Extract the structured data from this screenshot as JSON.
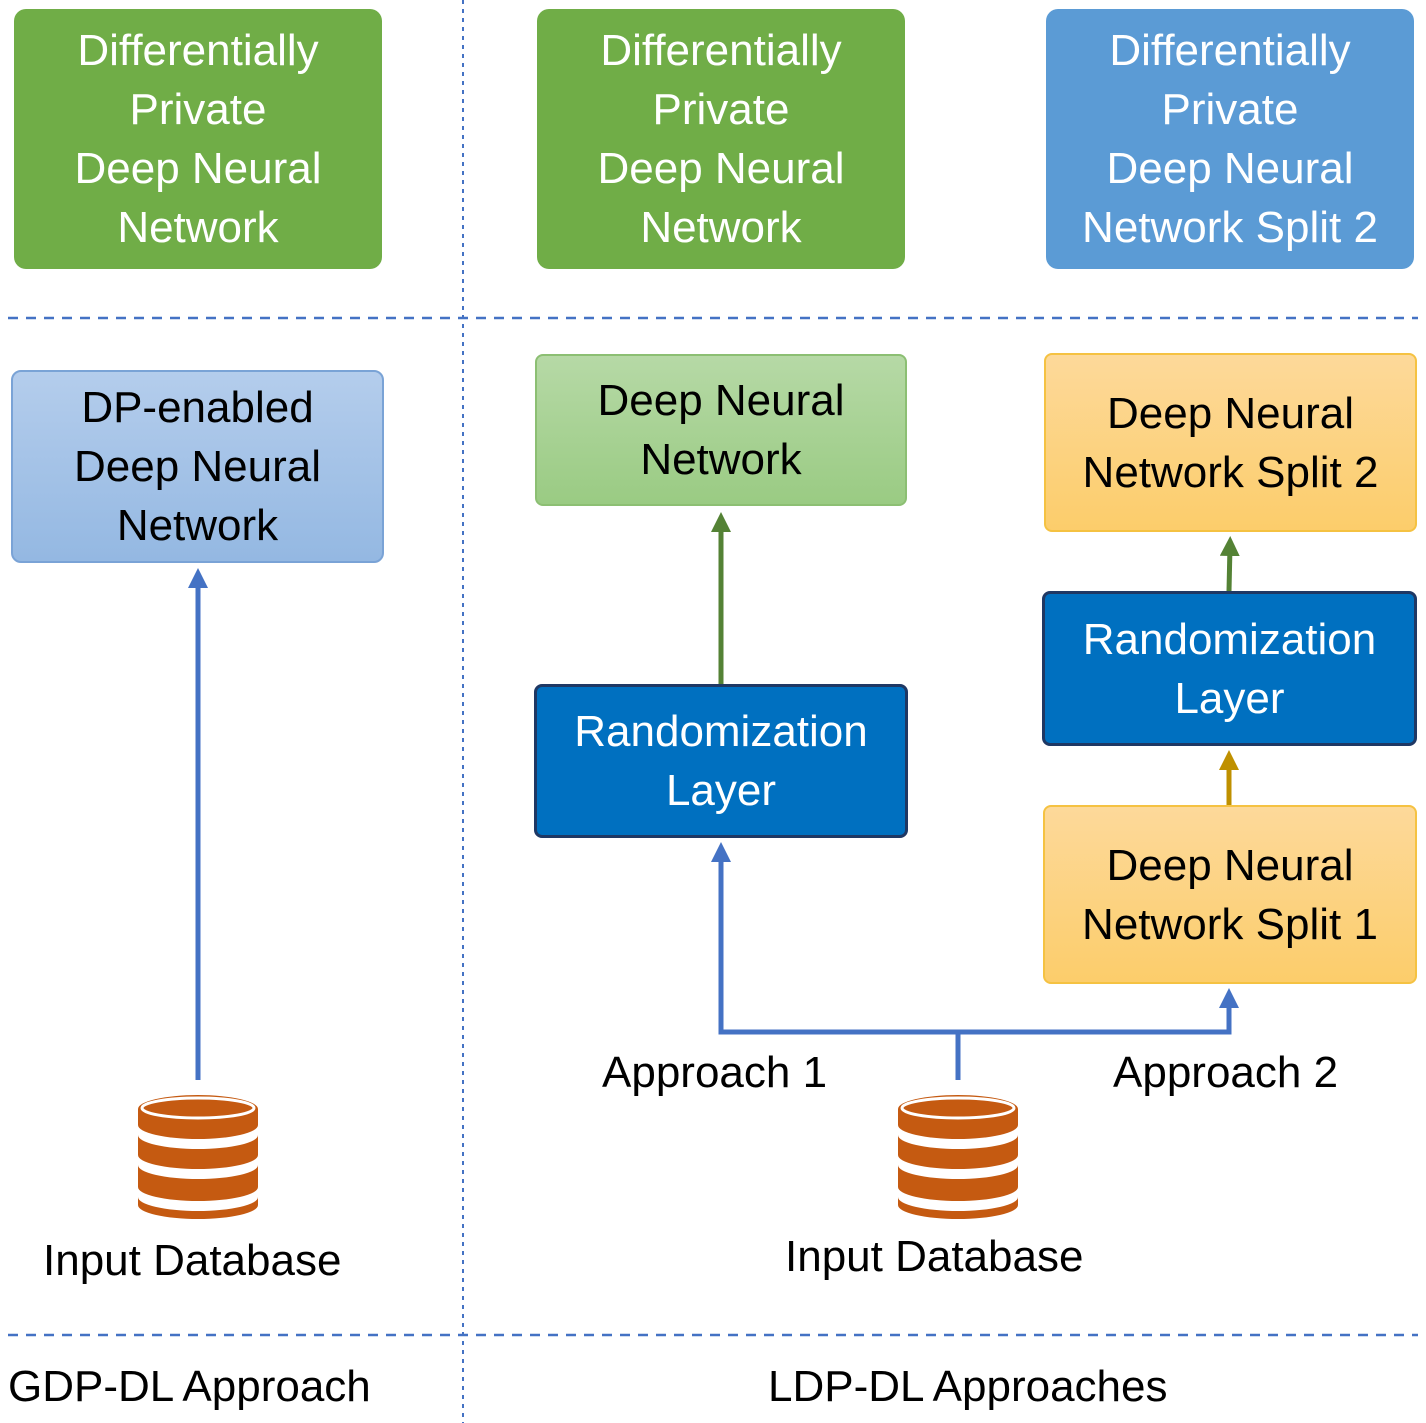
{
  "top_row": {
    "gdp_output": [
      "Differentially",
      "Private",
      "Deep Neural",
      "Network"
    ],
    "ldp1_output": [
      "Differentially",
      "Private",
      "Deep Neural",
      "Network"
    ],
    "ldp2_output": [
      "Differentially",
      "Private",
      "Deep Neural",
      "Network Split 2"
    ]
  },
  "gdp": {
    "model": [
      "DP-enabled",
      "Deep Neural",
      "Network"
    ],
    "database_label": "Input Database",
    "section_label": "GDP-DL Approach"
  },
  "ldp": {
    "approach1": {
      "model": [
        "Deep Neural",
        "Network"
      ],
      "randomization": [
        "Randomization",
        "Layer"
      ],
      "label": "Approach 1"
    },
    "approach2": {
      "split2": [
        "Deep Neural",
        "Network Split 2"
      ],
      "randomization": [
        "Randomization",
        "Layer"
      ],
      "split1": [
        "Deep Neural",
        "Network Split 1"
      ],
      "label": "Approach 2"
    },
    "database_label": "Input Database",
    "section_label": "LDP-DL Approaches"
  },
  "colors": {
    "blue_arrow": "#4472c4",
    "green_arrow": "#548235",
    "gold_arrow": "#bf9000",
    "divider": "#4472c4",
    "database": "#c55a11"
  },
  "icons": {
    "database": "database-icon"
  }
}
